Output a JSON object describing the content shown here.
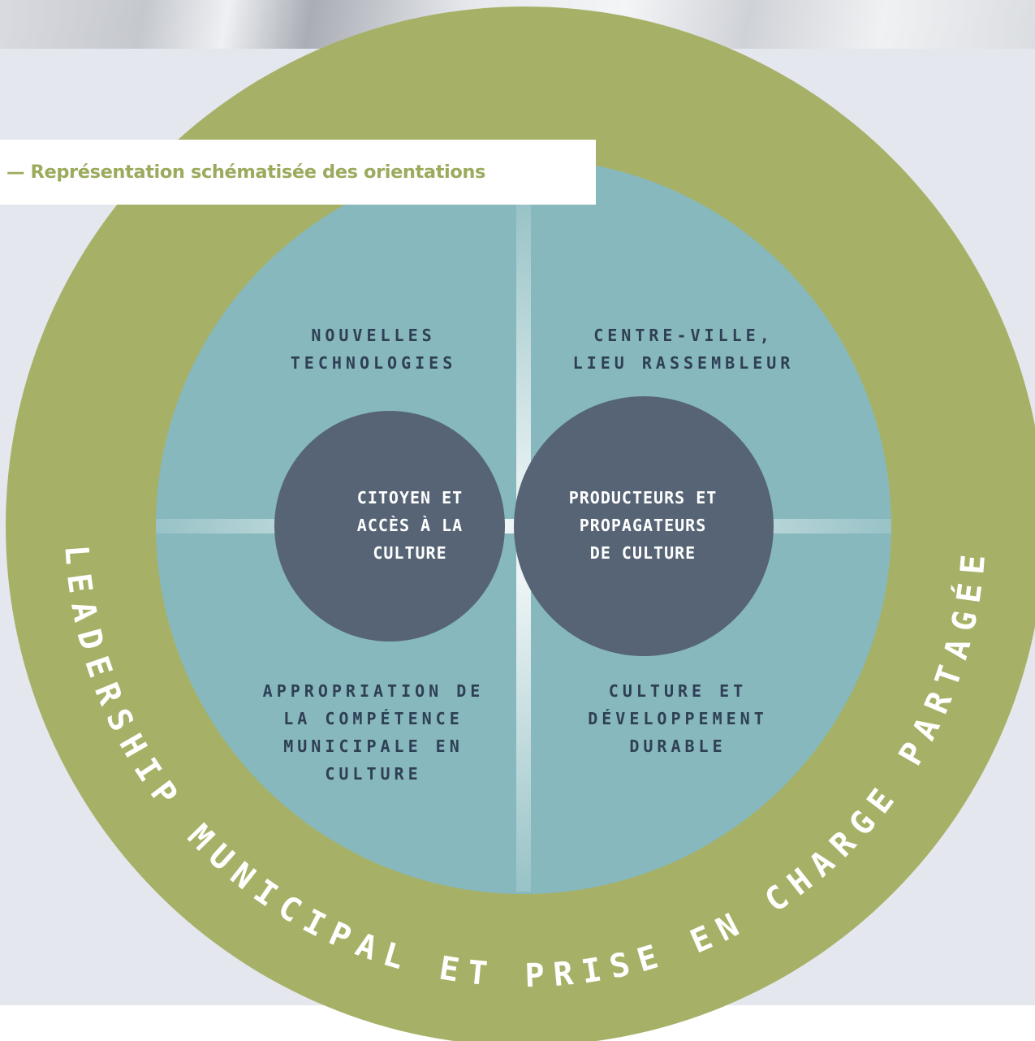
{
  "title": "— Représentation schématisée des orientations",
  "ring_label": "LEADERSHIP MUNICIPAL ET PRISE EN CHARGE PARTAGÉE",
  "quadrants": {
    "top_left": "NOUVELLES\nTECHNOLOGIES",
    "top_right": "CENTRE-VILLE,\nLIEU RASSEMBLEUR",
    "bottom_left": "APPROPRIATION DE\nLA COMPÉTENCE\nMUNICIPALE EN\nCULTURE",
    "bottom_right": "CULTURE ET\nDÉVELOPPEMENT\nDURABLE"
  },
  "centers": {
    "left": "CITOYEN ET\nACCÈS À LA\nCULTURE",
    "right": "PRODUCTEURS ET\nPROPAGATEURS\nDE CULTURE"
  },
  "colors": {
    "outer_ring": "#a6b167",
    "inner_disc": "#86b8bd",
    "center_circles": "#566475",
    "overlap": "#232b3b",
    "quadrant_text": "#2f3f55",
    "title_text": "#9aab5e"
  }
}
